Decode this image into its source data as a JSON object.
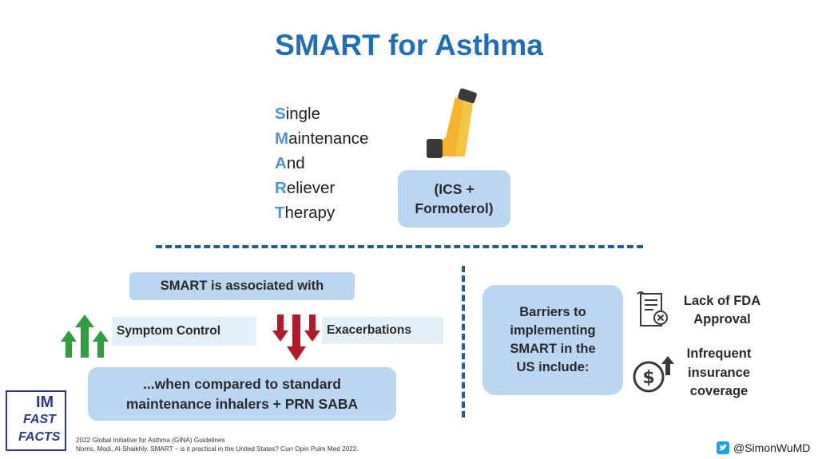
{
  "title": "SMART for Asthma",
  "acronym": [
    {
      "letter": "S",
      "rest": "ingle"
    },
    {
      "letter": "M",
      "rest": "aintenance"
    },
    {
      "letter": "A",
      "rest": "nd"
    },
    {
      "letter": "R",
      "rest": "eliever"
    },
    {
      "letter": "T",
      "rest": "herapy"
    }
  ],
  "inhaler": {
    "icon": "inhaler-icon",
    "line1": "(ICS +",
    "line2": "Formoterol)"
  },
  "associated": {
    "header": "SMART is associated with",
    "symptom": "Symptom Control",
    "exacerbations": "Exacerbations",
    "compare_line1": "...when compared to standard",
    "compare_line2": "maintenance inhalers + PRN SABA"
  },
  "barriers": {
    "line1": "Barriers to",
    "line2": "implementing",
    "line3": "SMART in the",
    "line4": "US include:",
    "item1_line1": "Lack of FDA",
    "item1_line2": "Approval",
    "item2_line1": "Infrequent",
    "item2_line2": "insurance",
    "item2_line3": "coverage"
  },
  "citations": {
    "line1": "2022 Global Initiative for Asthma (GINA) Guidelines",
    "line2": "Norris, Modi, Al-Shaikhly. SMART – is it practical in the United States? Curr Opin Pulm Med 2022."
  },
  "logo": {
    "line1": "IM",
    "line2": "FAST",
    "line3": "FACTS"
  },
  "twitter_handle": "@SimonWuMD",
  "colors": {
    "title": "#1f6fb8",
    "acronym_letter": "#4a95d9",
    "pill": "#b9d7f0",
    "light_pill": "#e3eff9",
    "up_arrow": "#2e9e3f",
    "down_arrow": "#b3192c",
    "dash": "#1f5fa0",
    "inhaler": "#f4c542"
  }
}
